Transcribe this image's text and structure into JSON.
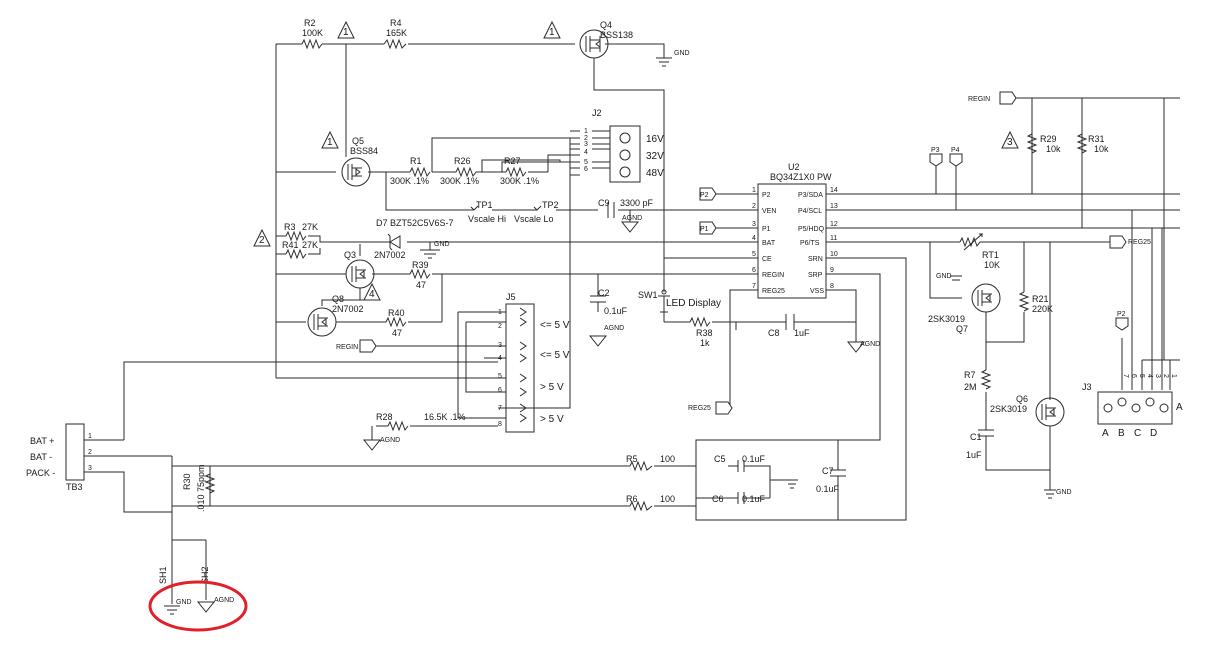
{
  "schematic": {
    "ref": {
      "R2": "R2",
      "R4": "R4",
      "R1": "R1",
      "R26": "R26",
      "R27": "R27",
      "R3": "R3",
      "R41": "R41",
      "R39": "R39",
      "R40": "R40",
      "R28": "R28",
      "R5": "R5",
      "R6": "R6",
      "R30": "R30",
      "R38": "R38",
      "R7": "R7",
      "R21": "R21",
      "R29": "R29",
      "R31": "R31",
      "RT1": "RT1",
      "Q4": "Q4",
      "Q5": "Q5",
      "Q3": "Q3",
      "Q8": "Q8",
      "Q6": "Q6",
      "Q7": "Q7",
      "D7": "D7",
      "C9": "C9",
      "C2": "C2",
      "C8": "C8",
      "C5": "C5",
      "C6": "C6",
      "C7": "C7",
      "C1": "C1",
      "J2": "J2",
      "J5": "J5",
      "J3": "J3",
      "U2": "U2",
      "SW1": "SW1",
      "TP1": "TP1",
      "TP2": "TP2",
      "TB3": "TB3",
      "SH1": "SH1",
      "SH2": "SH2"
    },
    "val": {
      "R2": "100K",
      "R4": "165K",
      "R1": "300K .1%",
      "R26": "300K .1%",
      "R27": "300K .1%",
      "R3": "27K",
      "R41": "27K",
      "R39": "47",
      "R40": "47",
      "R28": "16.5K .1%",
      "R5": "100",
      "R6": "100",
      "R30": ".010 75ppm",
      "R38": "1k",
      "R7": "2M",
      "R21": "220K",
      "R29": "10k",
      "R31": "10k",
      "RT1": "10K",
      "Q4": "BSS138",
      "Q5": "BSS84",
      "Q3": "2N7002",
      "Q8": "2N7002",
      "Q6": "2SK3019",
      "Q7": "2SK3019",
      "D7": "BZT52C5V6S-7",
      "C9": "3300 pF",
      "C2": "0.1uF",
      "C8": "1uF",
      "C5": "0.1uF",
      "C6": "0.1uF",
      "C7": "0.1uF",
      "C1": "1uF",
      "U2": "BQ34Z1X0 PW",
      "SW1": "LED Display"
    },
    "pins": {
      "J2": [
        "1",
        "2",
        "3",
        "4",
        "5",
        "6"
      ],
      "J5": [
        "1",
        "2",
        "3",
        "4",
        "5",
        "6",
        "7",
        "8"
      ],
      "J3": [
        "7",
        "6",
        "5",
        "4",
        "3",
        "2",
        "1"
      ],
      "TB3": [
        "1",
        "2",
        "3"
      ],
      "u2_left": [
        {
          "num": "1",
          "name": "P2"
        },
        {
          "num": "2",
          "name": "VEN"
        },
        {
          "num": "3",
          "name": "P1"
        },
        {
          "num": "4",
          "name": "BAT"
        },
        {
          "num": "5",
          "name": "CE"
        },
        {
          "num": "6",
          "name": "REGIN"
        },
        {
          "num": "7",
          "name": "REG25"
        }
      ],
      "u2_right": [
        {
          "num": "14",
          "name": "P3/SDA"
        },
        {
          "num": "13",
          "name": "P4/SCL"
        },
        {
          "num": "12",
          "name": "P5/HDQ"
        },
        {
          "num": "11",
          "name": "P6/TS"
        },
        {
          "num": "10",
          "name": "SRN"
        },
        {
          "num": "9",
          "name": "SRP"
        },
        {
          "num": "8",
          "name": "VSS"
        }
      ]
    },
    "labels": {
      "j2_16v": "16V",
      "j2_32v": "32V",
      "j2_48v": "48V",
      "j5_1": "<= 5 V",
      "j5_2": "<= 5 V",
      "j5_3": "> 5 V",
      "j5_4": "> 5 V",
      "vscale_hi": "Vscale Hi",
      "vscale_lo": "Vscale Lo",
      "bat_plus": "BAT +",
      "bat_minus": "BAT -",
      "pack_minus": "PACK -",
      "j3_a": "A",
      "j3_b": "B",
      "j3_c": "C",
      "j3_d": "D",
      "j3_edge": "A"
    },
    "nets": {
      "gnd": "GND",
      "agnd": "AGND",
      "regin": "REGIN",
      "reg25": "REG25",
      "p1": "P1",
      "p2": "P2",
      "p3": "P3",
      "p4": "P4"
    },
    "notes": {
      "n1": "1",
      "n2": "2",
      "n3": "3",
      "n4": "4"
    },
    "highlight_color": "#e0202a"
  }
}
